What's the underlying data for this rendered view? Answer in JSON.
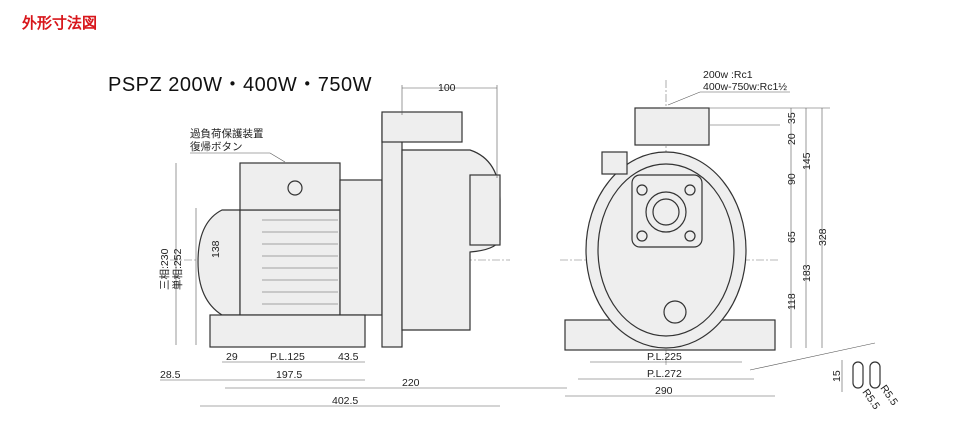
{
  "title": "外形寸法図",
  "model": "PSPZ  200W・400W・750W",
  "side_view": {
    "annotation_line1": "過負荷保護装置",
    "annotation_line2": "復帰ボタン",
    "dim_top": "100",
    "dim_height": "138",
    "dim_height_3phase": "三相:230",
    "dim_height_1phase": "単相:252",
    "dim_29": "29",
    "dim_pl125": "P.L.125",
    "dim_43_5": "43.5",
    "dim_28_5": "28.5",
    "dim_197_5": "197.5",
    "dim_220": "220",
    "dim_402_5": "402.5"
  },
  "front_view": {
    "port_line1": "200w        :Rc1",
    "port_line2": "400w-750w:Rc1½",
    "dim_20": "20",
    "dim_35": "35",
    "dim_90": "90",
    "dim_65": "65",
    "dim_118": "118",
    "dim_145": "145",
    "dim_183": "183",
    "dim_328": "328",
    "dim_pl225": "P.L.225",
    "dim_pl272": "P.L.272",
    "dim_290": "290"
  },
  "detail": {
    "dim_15": "15",
    "r1": "R5.5",
    "r2": "R5.5"
  }
}
